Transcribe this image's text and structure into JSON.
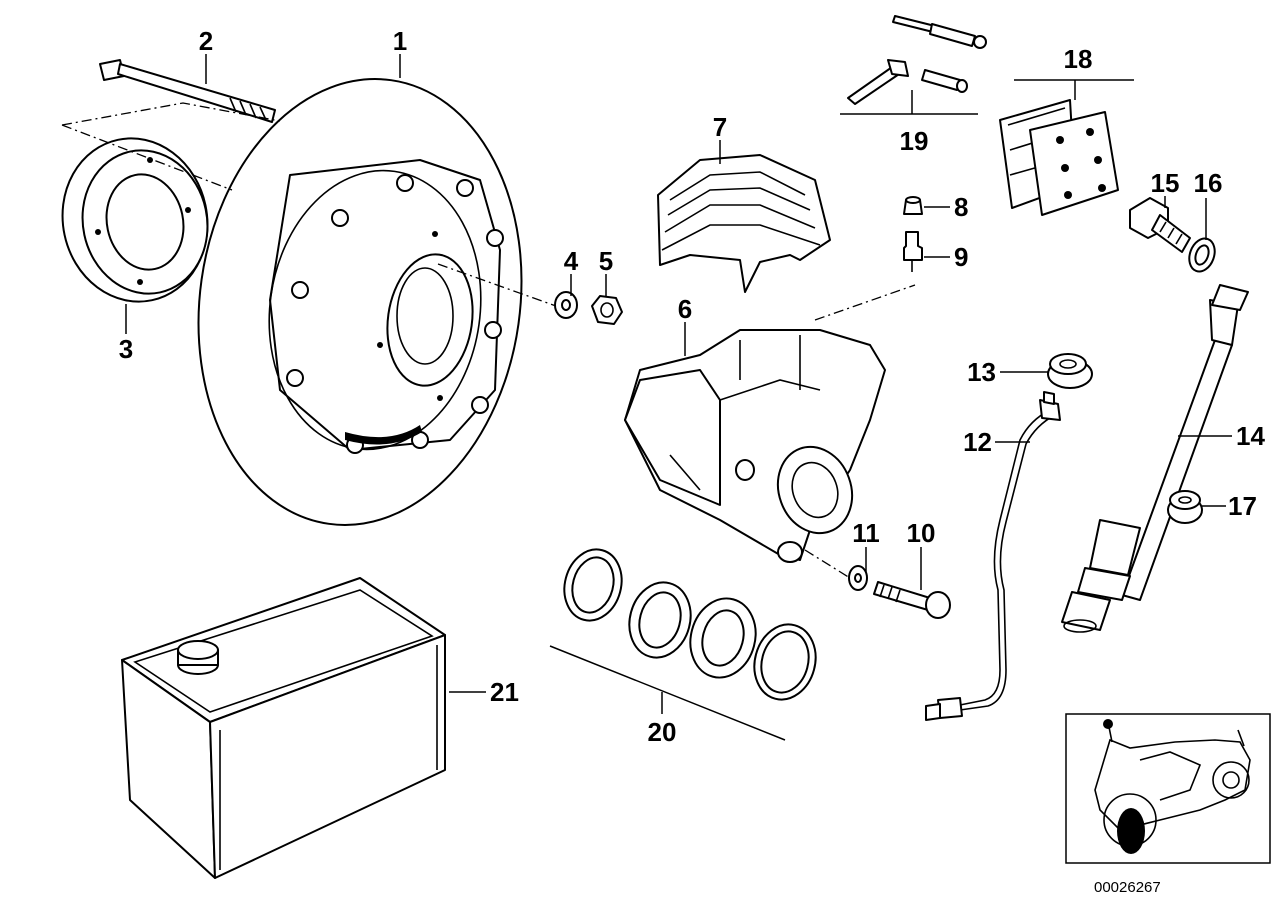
{
  "parts": [
    {
      "id": "1",
      "label": "1"
    },
    {
      "id": "2",
      "label": "2"
    },
    {
      "id": "3",
      "label": "3"
    },
    {
      "id": "4",
      "label": "4"
    },
    {
      "id": "5",
      "label": "5"
    },
    {
      "id": "6",
      "label": "6"
    },
    {
      "id": "7",
      "label": "7"
    },
    {
      "id": "8",
      "label": "8"
    },
    {
      "id": "9",
      "label": "9"
    },
    {
      "id": "10",
      "label": "10"
    },
    {
      "id": "11",
      "label": "11"
    },
    {
      "id": "12",
      "label": "12"
    },
    {
      "id": "13",
      "label": "13"
    },
    {
      "id": "14",
      "label": "14"
    },
    {
      "id": "15",
      "label": "15"
    },
    {
      "id": "16",
      "label": "16"
    },
    {
      "id": "17",
      "label": "17"
    },
    {
      "id": "18",
      "label": "18"
    },
    {
      "id": "19",
      "label": "19"
    },
    {
      "id": "20",
      "label": "20"
    },
    {
      "id": "21",
      "label": "21"
    }
  ],
  "document_number": "00026267"
}
